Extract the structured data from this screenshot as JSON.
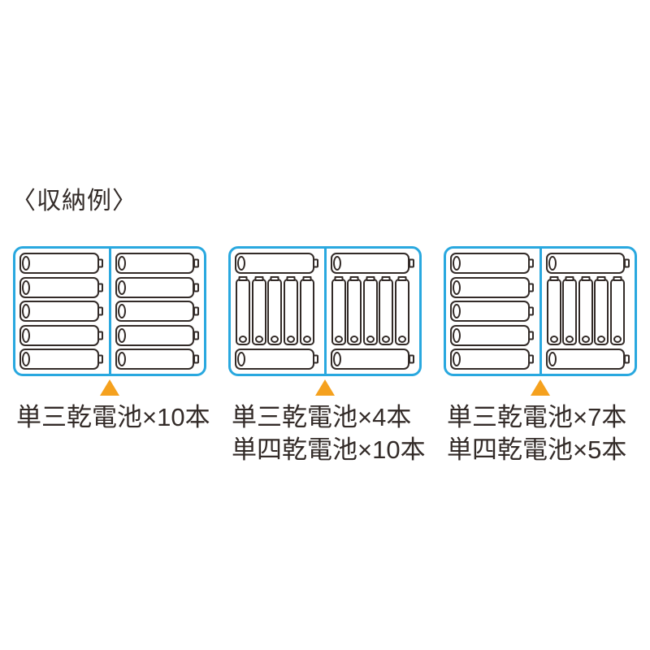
{
  "title": "〈収納例〉",
  "colors": {
    "case_border_blue": "#29a8df",
    "pointer_orange": "#f5a11e",
    "outline_ink": "#332b28",
    "background": "#ffffff"
  },
  "half_layouts": {
    "aa-stack-5": {
      "rows": [
        {
          "type": "aa"
        },
        {
          "type": "aa"
        },
        {
          "type": "aa"
        },
        {
          "type": "aa"
        },
        {
          "type": "aa"
        }
      ]
    },
    "aa-aaa-mixed": {
      "rows": [
        {
          "type": "aa"
        },
        {
          "type": "aaa_row",
          "count": 5
        },
        {
          "type": "aa"
        }
      ]
    }
  },
  "cases": [
    {
      "name": "case-1",
      "halves": [
        "aa-stack-5",
        "aa-stack-5"
      ],
      "aa_count": 10,
      "aaa_count": 0,
      "label_lines": [
        "単三乾電池×10本"
      ]
    },
    {
      "name": "case-2",
      "halves": [
        "aa-aaa-mixed",
        "aa-aaa-mixed"
      ],
      "aa_count": 4,
      "aaa_count": 10,
      "label_lines": [
        "単三乾電池×4本",
        "単四乾電池×10本"
      ]
    },
    {
      "name": "case-3",
      "halves": [
        "aa-stack-5",
        "aa-aaa-mixed"
      ],
      "aa_count": 7,
      "aaa_count": 5,
      "label_lines": [
        "単三乾電池×7本",
        "単四乾電池×5本"
      ]
    }
  ]
}
